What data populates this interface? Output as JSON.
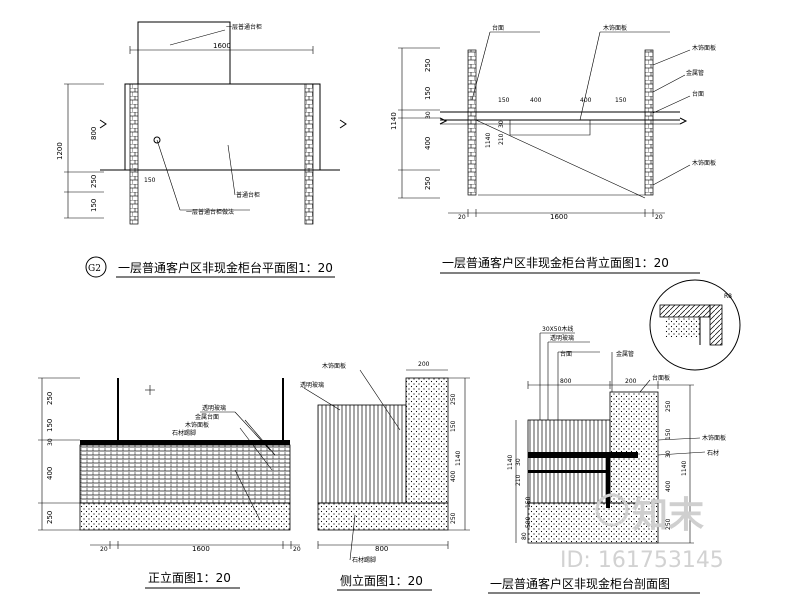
{
  "views": {
    "plan": {
      "title": "一层普通客户区非现金柜台平面图1：20",
      "index_symbol": "G2",
      "dims": {
        "width": "1600",
        "left_total": "1200",
        "left_800": "800",
        "left_250": "250",
        "left_150": "150",
        "bottom_150": "150"
      },
      "labels": {
        "top_callout": "一层普通台柜",
        "mid_callout": "普通台柜",
        "bottom_callout": "一层普通台柜做法"
      }
    },
    "rear": {
      "title": "一层普通客户区非现金柜台背立面图1：20",
      "dims": {
        "width": "1600",
        "left_20": "20",
        "right_20": "20",
        "total": "1140",
        "s250_top": "250",
        "s150": "150",
        "s30": "30",
        "s400": "400",
        "s250_bot": "250",
        "d150": "150",
        "d400_a": "400",
        "d400_b": "400",
        "d150_b": "150",
        "d1140": "1140",
        "d30": "30",
        "d210": "210"
      },
      "labels": {
        "l1": "台面",
        "l2": "木饰面板",
        "l3": "木饰面板",
        "l4": "金属管",
        "l5": "台面",
        "l6": "木饰面板"
      }
    },
    "front": {
      "title": "正立面图1：20",
      "dims": {
        "width": "1600",
        "left_20": "20",
        "right_20": "20",
        "s250_top": "250",
        "s150": "150",
        "s30": "30",
        "s400": "400",
        "s250_bot": "250"
      },
      "labels": {
        "l1": "透明玻璃",
        "l2": "金属台面",
        "l3": "木饰面板",
        "l4": "石材踢脚"
      }
    },
    "side": {
      "title": "侧立面图1：20",
      "dims": {
        "top": "200",
        "bottom": "800",
        "right_total": "1140",
        "r250": "250",
        "r150": "150",
        "r400": "400",
        "r250b": "250"
      },
      "labels": {
        "l1": "木饰面板",
        "l2": "透明玻璃",
        "l3": "石材踢脚"
      }
    },
    "section": {
      "title": "一层普通客户区非现金柜台剖面图",
      "dims": {
        "d800": "800",
        "d200": "200",
        "d1140": "1140",
        "s250": "250",
        "s150": "150",
        "s30": "30",
        "s400": "400",
        "s250b": "250",
        "l1140": "1140",
        "l30": "30",
        "l210": "210",
        "l80": "80",
        "l150": "150",
        "l580": "580"
      },
      "labels": {
        "l1": "30X50木线",
        "l2": "透明玻璃",
        "l3": "台面",
        "l4": "金属管",
        "l5": "台面板",
        "l6": "木饰面板",
        "l7": "石材",
        "detail": "R8"
      }
    }
  },
  "watermark": {
    "brand": "知末",
    "id": "ID: 161753145"
  }
}
